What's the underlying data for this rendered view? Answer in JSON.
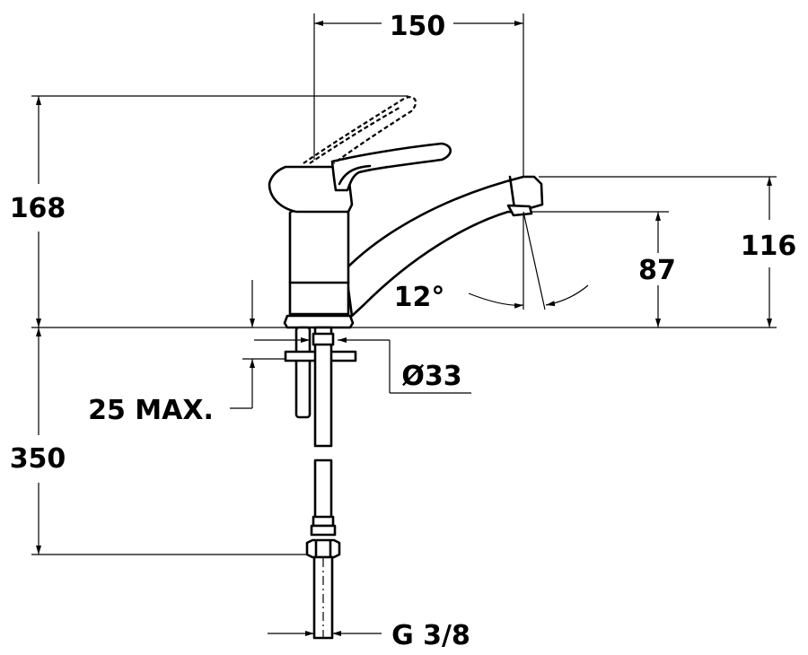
{
  "dimensions": {
    "spout_reach": "150",
    "total_height": "168",
    "spout_height": "116",
    "outlet_height": "87",
    "spout_angle": "12°",
    "base_diameter": "Ø33",
    "max_thickness": "25 MAX.",
    "hose_length": "350",
    "connection_thread": "G 3/8"
  },
  "colors": {
    "line": "#000000",
    "background": "#ffffff"
  }
}
